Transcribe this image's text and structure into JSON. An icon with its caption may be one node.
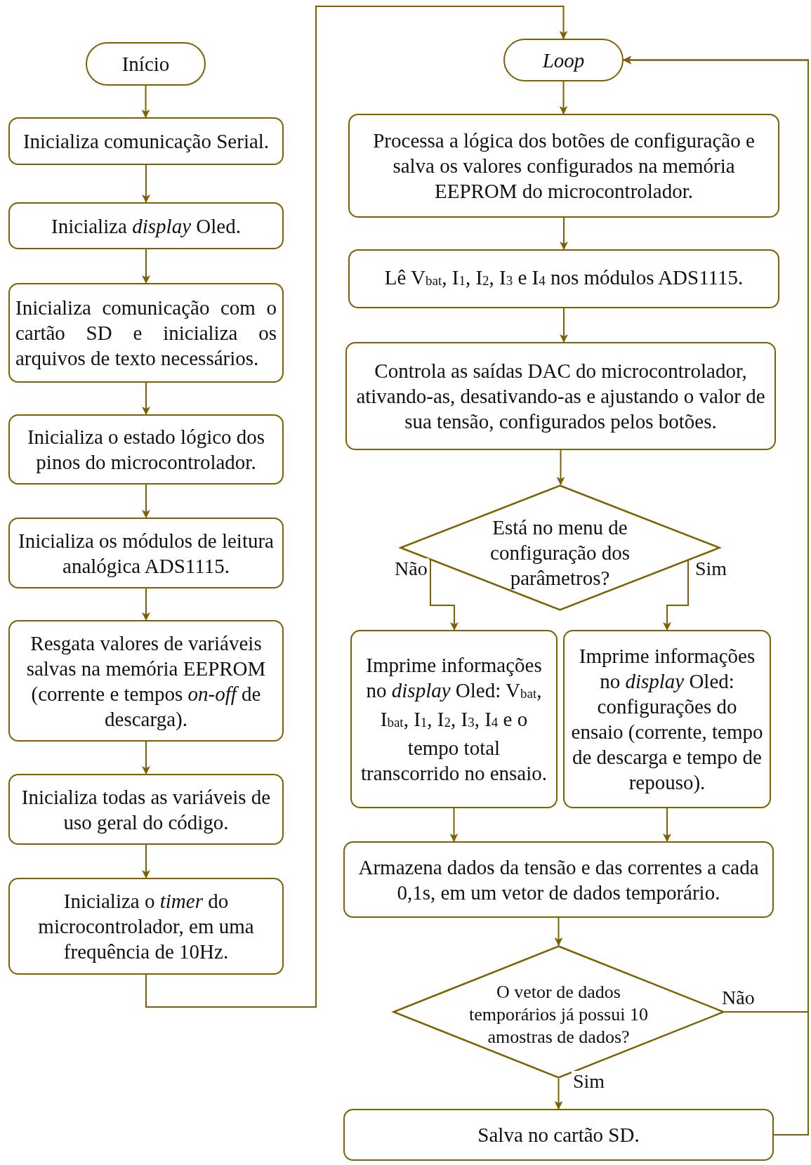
{
  "diagram": {
    "nodes": [
      {
        "text": [
          "Início"
        ]
      },
      {
        "text": [
          "Inicializa comunicação Serial."
        ]
      },
      {
        "text": [
          "Inicializa *display* Oled."
        ]
      },
      {
        "text": [
          "Inicializa comunicação com o cartão SD e inicializa os arquivos de texto necessários."
        ]
      },
      {
        "text": [
          "Inicializa o estado lógico dos pinos do microcontrolador."
        ]
      },
      {
        "text": [
          "Inicializa os módulos de leitura analógica ADS1115."
        ]
      },
      {
        "text": [
          "Resgata valores de variáveis salvas na memória EEPROM (corrente e tempos *on-off* de descarga)."
        ]
      },
      {
        "text": [
          "Inicializa todas as variáveis de uso geral do código."
        ]
      },
      {
        "text": [
          "Inicializa o *timer* do microcontrolador, em uma frequência de 10Hz."
        ]
      },
      {
        "text": [
          "Loop"
        ]
      },
      {
        "text": [
          "Processa a lógica dos botões de configuração e salva os valores configurados na memória EEPROM do microcontrolador."
        ]
      },
      {
        "text": [
          "Lê V$_{bat}$, I$_{1}$, I$_{2}$, I$_{3}$ e I$_{4}$ nos módulos ADS1115."
        ]
      },
      {
        "text": [
          "Controla as saídas DAC do microcontrolador, ativando-as, desativando-as e ajustando o valor de sua tensão, configurados pelos botões."
        ]
      },
      {
        "text": [
          "Está no menu de configuração dos parâmetros?"
        ]
      },
      {
        "text": [
          "Imprime informações no *display* Oled: V$_{bat}$, I$_{bat}$, I$_{1}$, I$_{2}$, I$_{3}$, I$_{4}$ e o tempo total transcorrido no ensaio."
        ]
      },
      {
        "text": [
          "Imprime informações no *display* Oled: configurações do ensaio (corrente, tempo de descarga e tempo de repouso)."
        ]
      },
      {
        "text": [
          "Armazena dados da tensão e das correntes a cada 0,1s, em um vetor de dados temporário."
        ]
      },
      {
        "text": [
          "O vetor de dados temporários já possui 10 amostras de dados?"
        ]
      },
      {
        "text": [
          "Salva no cartão SD."
        ]
      }
    ],
    "edges": [
      {
        "from": 0,
        "to": 1,
        "arrow": "to"
      },
      {
        "from": 1,
        "to": 2,
        "arrow": "to"
      },
      {
        "from": 2,
        "to": 3,
        "arrow": "to"
      },
      {
        "from": 3,
        "to": 4,
        "arrow": "to"
      },
      {
        "from": 4,
        "to": 5,
        "arrow": "to"
      },
      {
        "from": 5,
        "to": 6,
        "arrow": "to"
      },
      {
        "from": 6,
        "to": 7,
        "arrow": "to"
      },
      {
        "from": 7,
        "to": 8,
        "arrow": "to"
      },
      {
        "from": 8,
        "to": 9,
        "arrow": "to"
      },
      {
        "from": 9,
        "to": 10,
        "arrow": "to"
      },
      {
        "from": 10,
        "to": 11,
        "arrow": "to"
      },
      {
        "from": 11,
        "to": 12,
        "arrow": "to"
      },
      {
        "from": 12,
        "to": 13,
        "arrow": "to"
      },
      {
        "from": 13,
        "to": 14,
        "arrow": "to",
        "label": "Não"
      },
      {
        "from": 13,
        "to": 15,
        "arrow": "to",
        "label": "Sim"
      },
      {
        "from": 14,
        "to": 16,
        "arrow": "to"
      },
      {
        "from": 15,
        "to": 16,
        "arrow": "to"
      },
      {
        "from": 16,
        "to": 17,
        "arrow": "to"
      },
      {
        "from": 17,
        "to": 18,
        "arrow": "to",
        "label": "Sim"
      },
      {
        "from": 17,
        "to": 9,
        "arrow": "to",
        "label": "Não"
      },
      {
        "from": 18,
        "to": 9,
        "arrow": "to"
      }
    ]
  }
}
